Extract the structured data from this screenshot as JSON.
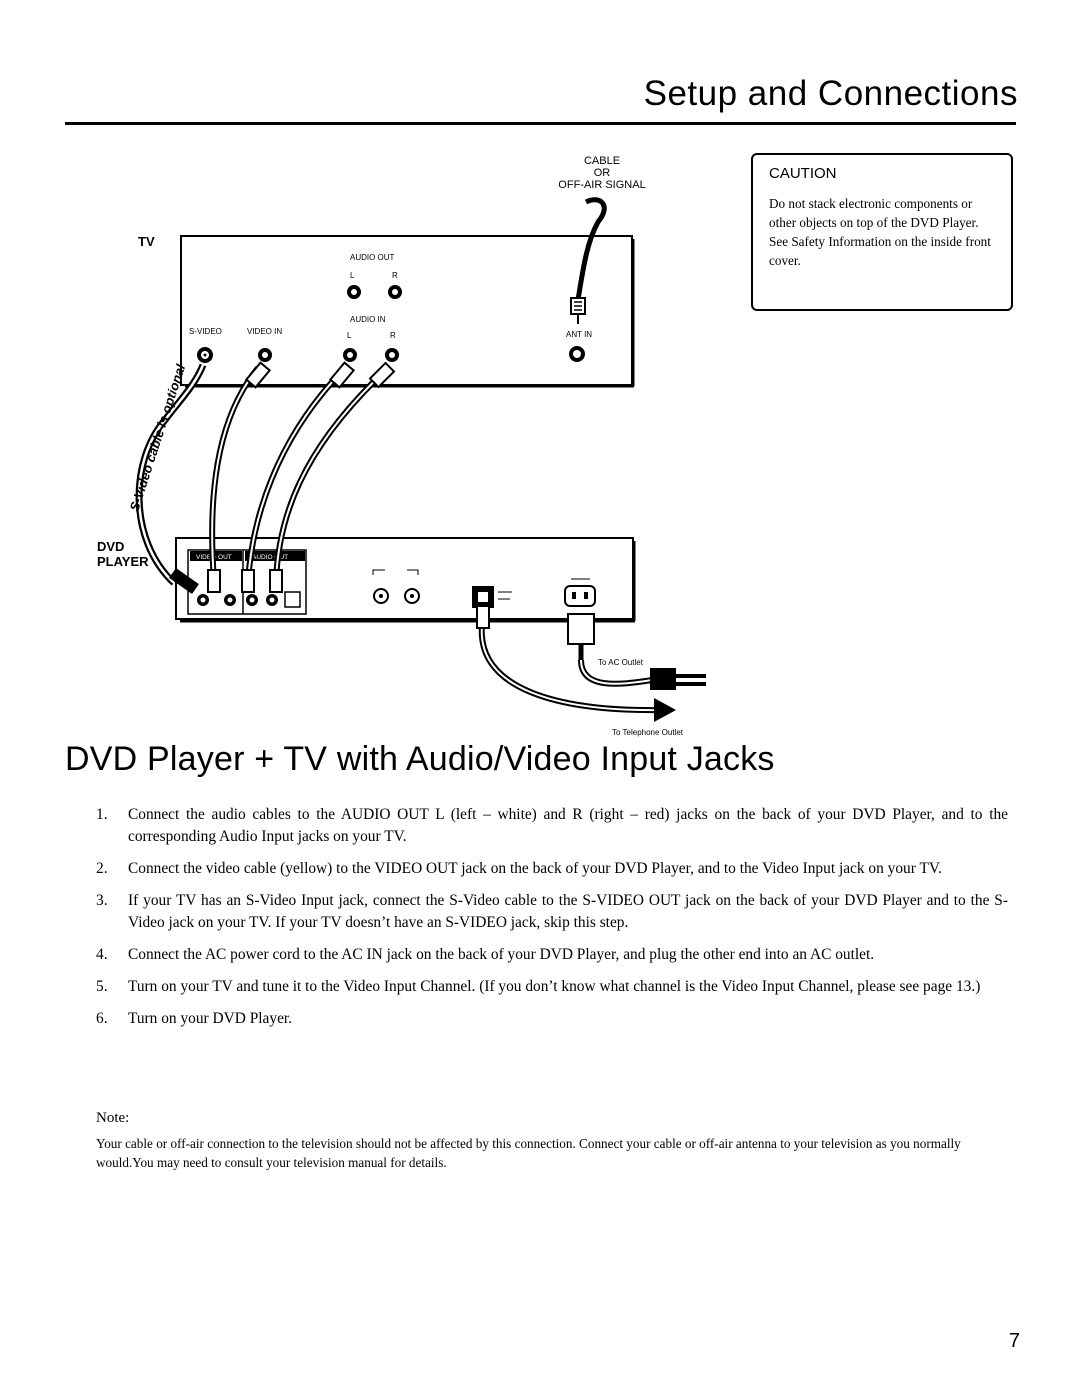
{
  "header": {
    "title": "Setup and Connections"
  },
  "caution": {
    "title": "CAUTION",
    "text": "Do not stack electronic components or other objects on top of the DVD Player. See Safety Information on the inside front cover."
  },
  "diagram": {
    "signal_label_1": "CABLE",
    "signal_label_2": "OR",
    "signal_label_3": "OFF-AIR SIGNAL",
    "tv_label": "TV",
    "audio_out": "AUDIO OUT",
    "audio_in": "AUDIO IN",
    "l": "L",
    "r": "R",
    "s_video": "S-VIDEO",
    "video_in": "VIDEO IN",
    "ant_in": "ANT IN",
    "optional_note": "S-Video cable is optional",
    "dvd_label_1": "DVD",
    "dvd_label_2": "PLAYER",
    "dvd_video_out": "VIDEO OUT",
    "dvd_audio_out": "AUDIO OUT",
    "ac_outlet": "To AC Outlet",
    "phone_outlet": "To Telephone Outlet"
  },
  "section": {
    "title": "DVD Player + TV with Audio/Video Input Jacks"
  },
  "steps": [
    {
      "num": "1.",
      "text": "Connect the audio cables to the AUDIO OUT L (left – white) and R (right – red) jacks on the back of your DVD Player, and to the corresponding Audio Input jacks on your TV."
    },
    {
      "num": "2.",
      "text": "Connect the video cable (yellow) to the VIDEO OUT jack on the back of your DVD Player, and to the Video Input jack on your TV."
    },
    {
      "num": "3.",
      "text": "If your TV has an S-Video Input jack, connect the S-Video cable to the S-VIDEO OUT jack on the back of your DVD Player and to the S-Video jack on your TV. If your TV doesn’t have an S-VIDEO jack, skip this step."
    },
    {
      "num": "4.",
      "text": "Connect the AC power cord to the AC IN jack on the back of your DVD Player, and plug the other end into an AC outlet."
    },
    {
      "num": "5.",
      "text": "Turn on your TV and tune it to the Video Input Channel. (If you don’t know what channel is the Video Input Channel, please see page 13.)"
    },
    {
      "num": "6.",
      "text": "Turn on your DVD Player."
    }
  ],
  "note": {
    "label": "Note:",
    "text": "Your cable or off-air connection to the television should not be affected by this connection. Connect your cable or off-air antenna to your television as you normally would.You may need to consult your television manual for details."
  },
  "page_number": "7"
}
